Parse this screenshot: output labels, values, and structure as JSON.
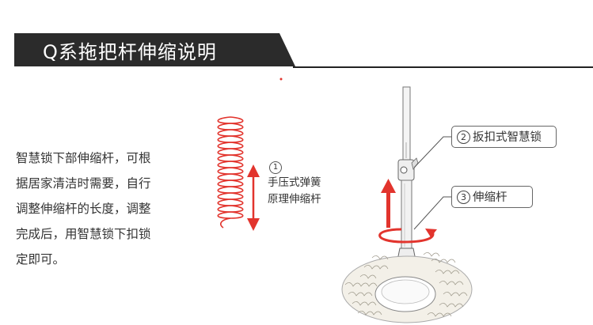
{
  "title": "Q系拖把杆伸缩说明",
  "description_lines": [
    "智慧锁下部伸缩杆，可根",
    "据居家清洁时需要，自行",
    "调整伸缩杆的长度，调整",
    "完成后，用智慧锁下扣锁",
    "定即可。"
  ],
  "spring_note": {
    "number": "1",
    "line1": "手压式弹簧",
    "line2": "原理伸缩杆"
  },
  "callouts": [
    {
      "number": "2",
      "label": "扳扣式智慧锁"
    },
    {
      "number": "3",
      "label": "伸缩杆"
    }
  ],
  "colors": {
    "accent_red": "#e2342d",
    "title_bg": "#2b2b2b",
    "line": "#222222"
  }
}
